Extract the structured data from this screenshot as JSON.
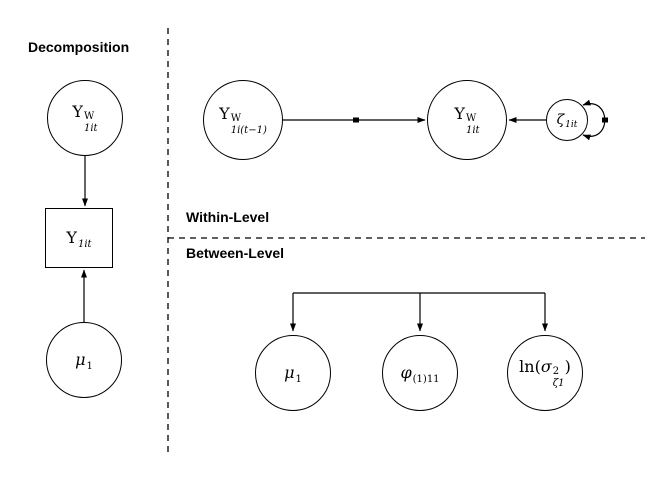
{
  "diagram_title": "Decomposition",
  "colors": {
    "background": "#ffffff",
    "line": "#000000",
    "text": "#000000"
  },
  "sections": {
    "decomposition": {
      "title": "Decomposition"
    },
    "within": {
      "title": "Within-Level"
    },
    "between": {
      "title": "Between-Level"
    }
  },
  "nodes": {
    "decomp_y_within": {
      "main": "Y",
      "sup": "W",
      "sub": "1it"
    },
    "decomp_y_observed": {
      "main": "Y",
      "sub": "1it"
    },
    "decomp_mu": {
      "main": "μ",
      "sub": "1"
    },
    "within_y_lag": {
      "main": "Y",
      "sup": "W",
      "sub": "1i(t−1)"
    },
    "within_y": {
      "main": "Y",
      "sup": "W",
      "sub": "1it"
    },
    "within_zeta": {
      "main": "ζ",
      "sub": "1it"
    },
    "between_mu": {
      "main": "μ",
      "sub": "1"
    },
    "between_phi": {
      "main": "φ",
      "sub": "(1)11"
    },
    "between_lnsigma": {
      "pre": "ln(",
      "main": "σ",
      "sup": "2",
      "sub": "ζ1",
      "post": ")"
    }
  },
  "edges": [
    {
      "from": "decomp_y_within",
      "to": "decomp_y_observed",
      "type": "arrow"
    },
    {
      "from": "decomp_mu",
      "to": "decomp_y_observed",
      "type": "arrow"
    },
    {
      "from": "within_y_lag",
      "to": "within_y",
      "type": "arrow-with-random-effect-dot"
    },
    {
      "from": "within_zeta",
      "to": "within_y",
      "type": "arrow"
    },
    {
      "from": "within_zeta",
      "to": "within_zeta",
      "type": "variance-self-loop-with-random-effect-dot"
    },
    {
      "from": "between-bracket",
      "to": "between_mu",
      "type": "arrow"
    },
    {
      "from": "between-bracket",
      "to": "between_phi",
      "type": "arrow"
    },
    {
      "from": "between-bracket",
      "to": "between_lnsigma",
      "type": "arrow"
    }
  ]
}
